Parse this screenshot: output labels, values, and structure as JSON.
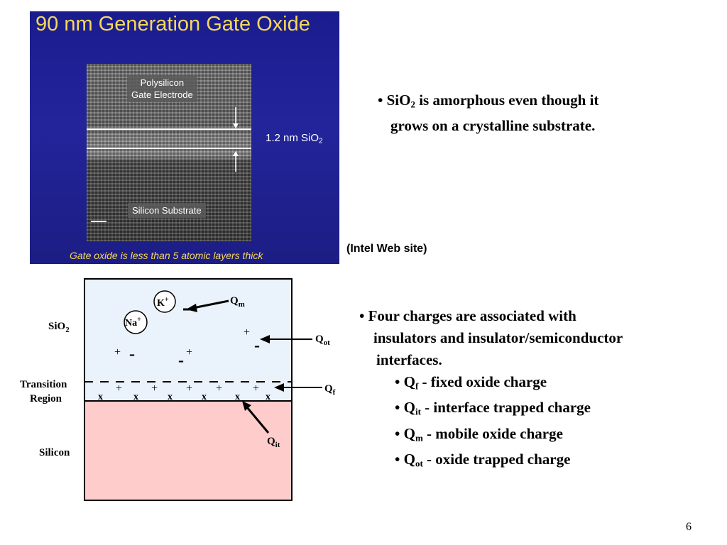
{
  "tem_figure": {
    "title": "90 nm Generation Gate Oxide",
    "polysilicon_label_line1": "Polysilicon",
    "polysilicon_label_line2": "Gate Electrode",
    "oxide_thickness_label": "1.2 nm  SiO",
    "oxide_thickness_sub": "2",
    "substrate_label": "Silicon Substrate",
    "caption": "Gate oxide is less than 5 atomic layers thick"
  },
  "source_note": "(Intel Web site)",
  "bullet_top": {
    "prefix": "• SiO",
    "sub": "2",
    "rest": " is amorphous even though it",
    "line2": "grows on a crystalline substrate."
  },
  "bullet_main": {
    "line1": "• Four charges are associated with",
    "line2": "insulators and insulator/semiconductor",
    "line3": "interfaces.",
    "items": [
      {
        "symbol": "Q",
        "sub": "f",
        "text": " - fixed oxide charge"
      },
      {
        "symbol": "Q",
        "sub": "it",
        "text": " - interface trapped charge"
      },
      {
        "symbol": "Q",
        "sub": "m",
        "text": " - mobile oxide charge"
      },
      {
        "symbol": "Q",
        "sub": "ot",
        "text": " - oxide trapped charge"
      }
    ]
  },
  "diagram": {
    "region_sio2": "SiO",
    "region_sio2_sub": "2",
    "region_transition_line1": "Transition",
    "region_transition_line2": "Region",
    "region_silicon": "Silicon",
    "ion_k": "K",
    "ion_k_sup": "+",
    "ion_na": "Na",
    "ion_na_sup": "+",
    "label_qm": "Q",
    "label_qm_sub": "m",
    "label_qot": "Q",
    "label_qot_sub": "ot",
    "label_qf": "Q",
    "label_qf_sub": "f",
    "label_qit": "Q",
    "label_qit_sub": "it",
    "plus": "+",
    "minus": "-",
    "trap": "x",
    "colors": {
      "oxide": "#eaf2fb",
      "silicon": "#ffcccc"
    }
  },
  "page_number": "6"
}
